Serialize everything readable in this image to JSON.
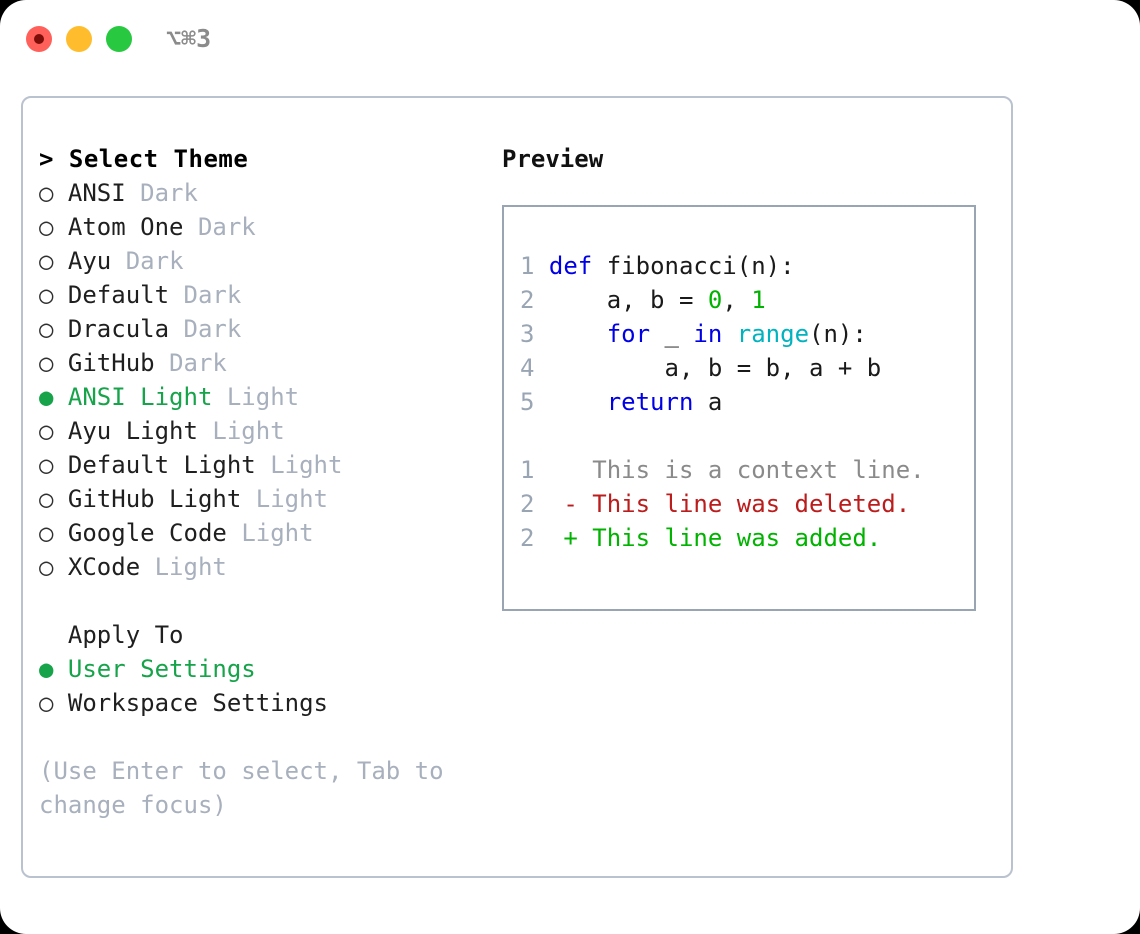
{
  "window": {
    "shortcut": "⌥⌘3",
    "traffic_lights": [
      {
        "name": "close",
        "color": "#ff6059"
      },
      {
        "name": "minimize",
        "color": "#ffbd2e"
      },
      {
        "name": "zoom",
        "color": "#28c840"
      }
    ]
  },
  "colors": {
    "accent_green": "#16a34a",
    "muted": "#a8b0bd",
    "panel_border": "#b9c2ce",
    "preview_border": "#9aa5b4",
    "keyword_blue": "#0000e6",
    "function_cyan": "#00b3bf",
    "number_green": "#00b300",
    "diff_add_green": "#00b300",
    "diff_del_red": "#bb1c1c",
    "diff_ctx_gray": "#8a8a8a"
  },
  "theme_selector": {
    "header": "> Select Theme",
    "items": [
      {
        "marker": "○",
        "name": "ANSI",
        "kind": "Dark",
        "selected": false
      },
      {
        "marker": "○",
        "name": "Atom One",
        "kind": "Dark",
        "selected": false
      },
      {
        "marker": "○",
        "name": "Ayu",
        "kind": "Dark",
        "selected": false
      },
      {
        "marker": "○",
        "name": "Default",
        "kind": "Dark",
        "selected": false
      },
      {
        "marker": "○",
        "name": "Dracula",
        "kind": "Dark",
        "selected": false
      },
      {
        "marker": "○",
        "name": "GitHub",
        "kind": "Dark",
        "selected": false
      },
      {
        "marker": "●",
        "name": "ANSI Light",
        "kind": "Light",
        "selected": true
      },
      {
        "marker": "○",
        "name": "Ayu Light",
        "kind": "Light",
        "selected": false
      },
      {
        "marker": "○",
        "name": "Default Light",
        "kind": "Light",
        "selected": false
      },
      {
        "marker": "○",
        "name": "GitHub Light",
        "kind": "Light",
        "selected": false
      },
      {
        "marker": "○",
        "name": "Google Code",
        "kind": "Light",
        "selected": false
      },
      {
        "marker": "○",
        "name": "XCode",
        "kind": "Light",
        "selected": false
      }
    ]
  },
  "apply_to": {
    "label": "Apply To",
    "options": [
      {
        "marker": "●",
        "name": "User Settings",
        "selected": true
      },
      {
        "marker": "○",
        "name": "Workspace Settings",
        "selected": false
      }
    ]
  },
  "hint": "(Use Enter to select, Tab to change focus)",
  "preview": {
    "title": "Preview",
    "code_lines": [
      {
        "lineno": "1",
        "tokens": [
          {
            "t": "def",
            "c": "kw"
          },
          {
            "t": " fibonacci(n):",
            "c": "txt"
          }
        ]
      },
      {
        "lineno": "2",
        "tokens": [
          {
            "t": "    a, b = ",
            "c": "txt"
          },
          {
            "t": "0",
            "c": "num"
          },
          {
            "t": ", ",
            "c": "txt"
          },
          {
            "t": "1",
            "c": "num"
          }
        ]
      },
      {
        "lineno": "3",
        "tokens": [
          {
            "t": "    ",
            "c": "txt"
          },
          {
            "t": "for",
            "c": "kw"
          },
          {
            "t": " _ ",
            "c": "txt"
          },
          {
            "t": "in",
            "c": "kw"
          },
          {
            "t": " ",
            "c": "txt"
          },
          {
            "t": "range",
            "c": "fn"
          },
          {
            "t": "(n):",
            "c": "txt"
          }
        ]
      },
      {
        "lineno": "4",
        "tokens": [
          {
            "t": "        a, b = b, a + b",
            "c": "txt"
          }
        ]
      },
      {
        "lineno": "5",
        "tokens": [
          {
            "t": "    ",
            "c": "txt"
          },
          {
            "t": "return",
            "c": "kw"
          },
          {
            "t": " a",
            "c": "txt"
          }
        ]
      }
    ],
    "diff_lines": [
      {
        "lineno": "1",
        "sign": " ",
        "text": "This is a context line.",
        "kind": "ctx"
      },
      {
        "lineno": "2",
        "sign": "-",
        "text": "This line was deleted.",
        "kind": "del"
      },
      {
        "lineno": "2",
        "sign": "+",
        "text": "This line was added.",
        "kind": "add"
      }
    ]
  }
}
